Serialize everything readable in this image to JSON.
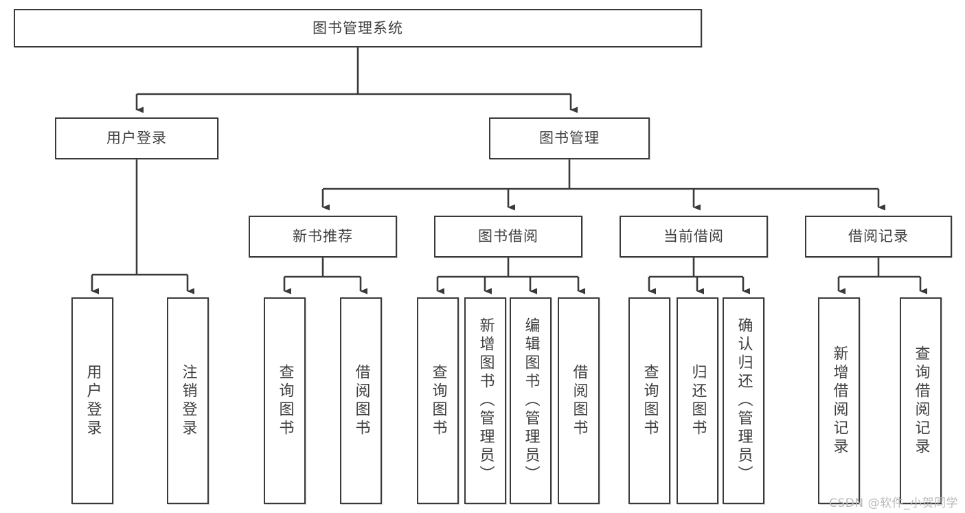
{
  "diagram": {
    "type": "tree-hierarchy",
    "title": "图书管理系统",
    "watermark": "CSDN @软件_小贺同学",
    "colors": {
      "stroke": "#3a3a3a",
      "text": "#3f3f3f",
      "background": "#ffffff",
      "watermark": "#b9b9b9"
    },
    "levels": {
      "level1": [
        {
          "id": "root",
          "label": "图书管理系统"
        }
      ],
      "level2": [
        {
          "id": "user-login",
          "label": "用户登录"
        },
        {
          "id": "book-manage",
          "label": "图书管理"
        }
      ],
      "level3": [
        {
          "id": "new-book-rec",
          "label": "新书推荐",
          "parent": "book-manage"
        },
        {
          "id": "book-borrow",
          "label": "图书借阅",
          "parent": "book-manage"
        },
        {
          "id": "current-borrow",
          "label": "当前借阅",
          "parent": "book-manage"
        },
        {
          "id": "borrow-record",
          "label": "借阅记录",
          "parent": "book-manage"
        }
      ],
      "level4": [
        {
          "id": "leaf-user-login",
          "label": "用户登录",
          "parent": "user-login"
        },
        {
          "id": "leaf-user-logout",
          "label": "注销登录",
          "parent": "user-login"
        },
        {
          "id": "leaf-query-book-1",
          "label": "查询图书",
          "parent": "new-book-rec"
        },
        {
          "id": "leaf-borrow-book-1",
          "label": "借阅图书",
          "parent": "new-book-rec"
        },
        {
          "id": "leaf-query-book-2",
          "label": "查询图书",
          "parent": "book-borrow"
        },
        {
          "id": "leaf-add-book",
          "label": "新增图书（管理员）",
          "parent": "book-borrow"
        },
        {
          "id": "leaf-edit-book",
          "label": "编辑图书（管理员）",
          "parent": "book-borrow"
        },
        {
          "id": "leaf-borrow-book-2",
          "label": "借阅图书",
          "parent": "book-borrow"
        },
        {
          "id": "leaf-query-book-3",
          "label": "查询图书",
          "parent": "current-borrow"
        },
        {
          "id": "leaf-return-book",
          "label": "归还图书",
          "parent": "current-borrow"
        },
        {
          "id": "leaf-confirm-return",
          "label": "确认归还（管理员）",
          "parent": "current-borrow"
        },
        {
          "id": "leaf-add-record",
          "label": "新增借阅记录",
          "parent": "borrow-record"
        },
        {
          "id": "leaf-query-record",
          "label": "查询借阅记录",
          "parent": "borrow-record"
        }
      ]
    }
  }
}
